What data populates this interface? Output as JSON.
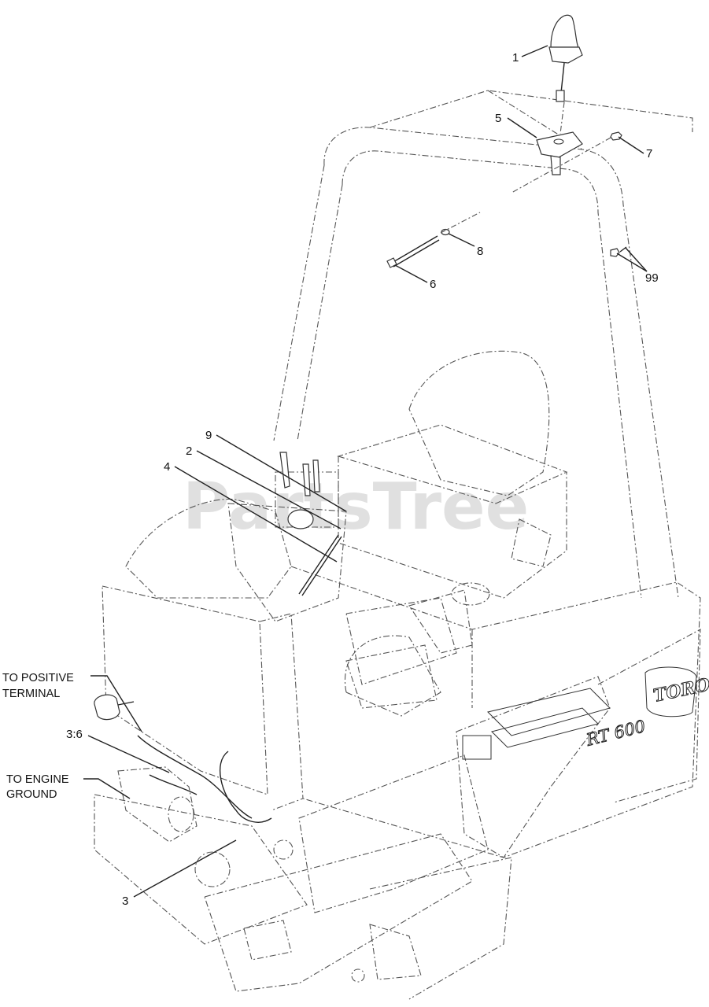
{
  "watermark": "PartsTree",
  "callouts": [
    {
      "id": "1",
      "label": "1"
    },
    {
      "id": "5",
      "label": "5"
    },
    {
      "id": "7",
      "label": "7"
    },
    {
      "id": "8",
      "label": "8"
    },
    {
      "id": "6",
      "label": "6"
    },
    {
      "id": "99",
      "label": "99"
    },
    {
      "id": "9",
      "label": "9"
    },
    {
      "id": "2",
      "label": "2"
    },
    {
      "id": "4",
      "label": "4"
    },
    {
      "id": "3_6",
      "label": "3:6"
    },
    {
      "id": "3",
      "label": "3"
    }
  ],
  "notes": {
    "positive_line1": "TO POSITIVE",
    "positive_line2": "TERMINAL",
    "ground_line1": "TO ENGINE",
    "ground_line2": "GROUND"
  },
  "decals": {
    "brand": "TORO",
    "model": "RT 600"
  }
}
